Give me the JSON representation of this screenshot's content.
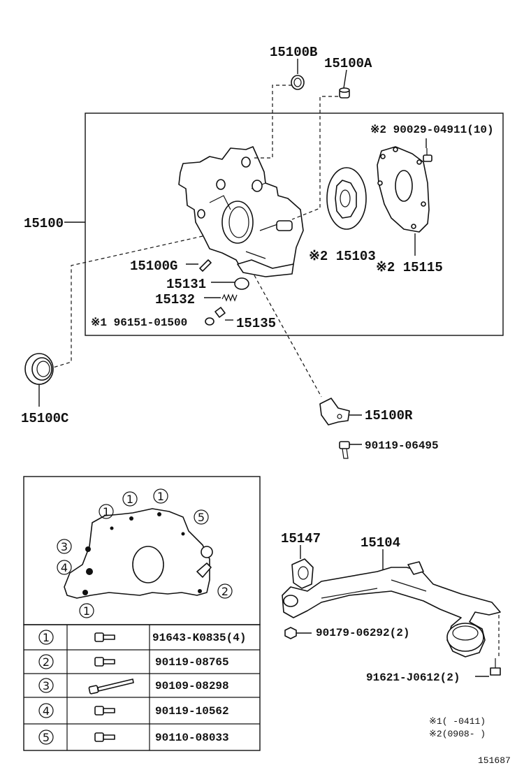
{
  "parts": {
    "p15100B": "15100B",
    "p15100A": "15100A",
    "p15100": "15100",
    "p90029": "※2 90029-04911(10)",
    "p15100G": "15100G",
    "p15103": "※2 15103",
    "p15115": "※2 15115",
    "p15131": "15131",
    "p15132": "15132",
    "p96151": "※1 96151-01500",
    "p15135": "15135",
    "p15100C": "15100C",
    "p15100R": "15100R",
    "p90119_06495": "90119-06495",
    "p15147": "15147",
    "p15104": "15104",
    "p90179": "90179-06292(2)",
    "p91621": "91621-J0612(2)"
  },
  "bolt_detail": {
    "callouts": [
      "①",
      "②",
      "③",
      "④",
      "⑤"
    ],
    "rows": [
      {
        "num": "①",
        "part": "91643-K0835(4)"
      },
      {
        "num": "②",
        "part": "90119-08765"
      },
      {
        "num": "③",
        "part": "90109-08298"
      },
      {
        "num": "④",
        "part": "90119-10562"
      },
      {
        "num": "⑤",
        "part": "90110-08033"
      }
    ]
  },
  "notes": {
    "note1": "※1(    -0411)",
    "note2": "※2(0908-    )"
  },
  "diagram_id": "151687",
  "icons": [
    "oil-pump-housing-icon",
    "oil-seal-icon",
    "pump-rotor-icon",
    "pump-cover-plate-icon",
    "oil-strainer-icon",
    "bolt-icon",
    "stud-icon",
    "relief-valve-icon",
    "spring-icon",
    "plug-icon",
    "sensor-icon",
    "gasket-icon",
    "timing-cover-icon"
  ]
}
